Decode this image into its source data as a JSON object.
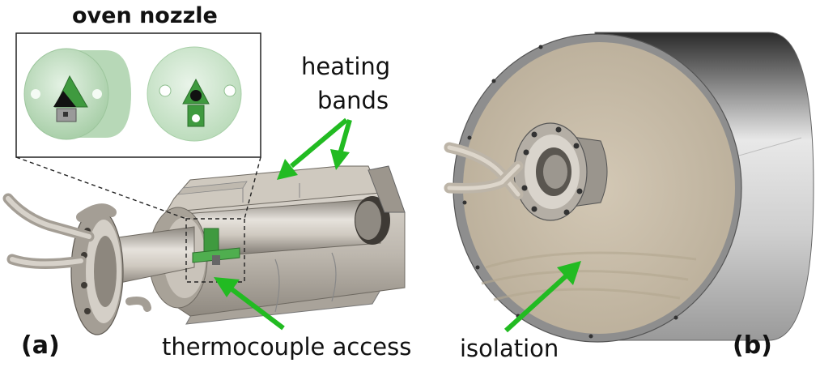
{
  "labels": {
    "oven_nozzle": "oven nozzle",
    "heating_line1": "heating",
    "heating_line2": "bands",
    "thermocouple": "thermocouple access",
    "isolation": "isolation",
    "panel_a": "(a)",
    "panel_b": "(b)"
  },
  "colors": {
    "arrow": "#22bb22",
    "nozzle": "#3f9a3f",
    "metal": "#b9b3aa",
    "insulation": "#c8bca8",
    "inset_bg": "#cfe8cf"
  }
}
